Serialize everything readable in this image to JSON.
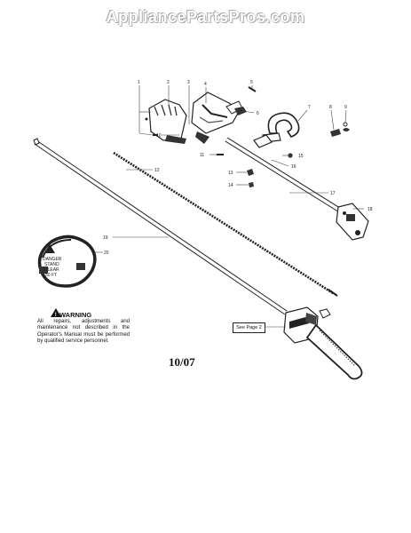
{
  "watermark": "AppliancePartsPros.com",
  "callouts": [
    {
      "id": "1",
      "label": "1"
    },
    {
      "id": "2",
      "label": "2"
    },
    {
      "id": "3",
      "label": "3"
    },
    {
      "id": "4",
      "label": "4"
    },
    {
      "id": "5",
      "label": "5"
    },
    {
      "id": "6",
      "label": "6"
    },
    {
      "id": "7",
      "label": "7"
    },
    {
      "id": "8",
      "label": "8"
    },
    {
      "id": "9",
      "label": "9"
    },
    {
      "id": "10",
      "label": "10"
    },
    {
      "id": "11",
      "label": "11"
    },
    {
      "id": "12",
      "label": "12"
    },
    {
      "id": "13",
      "label": "13"
    },
    {
      "id": "14",
      "label": "14"
    },
    {
      "id": "15",
      "label": "15"
    },
    {
      "id": "16",
      "label": "16"
    },
    {
      "id": "17",
      "label": "17"
    },
    {
      "id": "18",
      "label": "18"
    },
    {
      "id": "19",
      "label": "19"
    },
    {
      "id": "20",
      "label": "20"
    }
  ],
  "strap_decal": {
    "lines": [
      "DANGER",
      "STAND",
      "CLEAR",
      "50 FT"
    ]
  },
  "warning": {
    "title": "WARNING",
    "body": "All repairs, adjustments and maintenance not described in the Operator's Manual must be performed by qualified service personnel."
  },
  "see_page": "See Page 2",
  "date_code": "10/07"
}
